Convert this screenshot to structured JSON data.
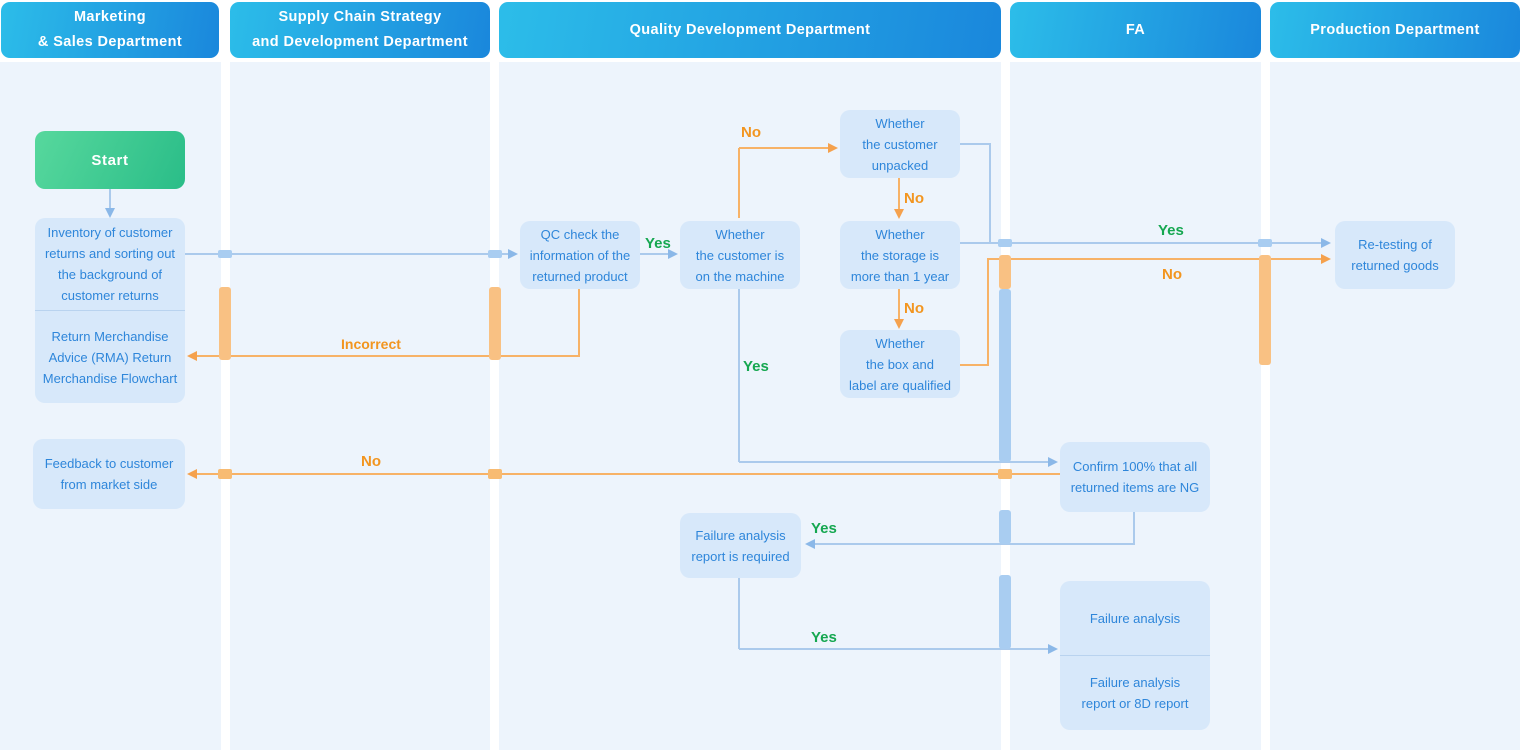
{
  "diagram": {
    "lanes": [
      {
        "id": "marketing",
        "title_lines": [
          "Marketing",
          "& Sales Department"
        ]
      },
      {
        "id": "supply",
        "title_lines": [
          "Supply Chain Strategy",
          "and Development Department"
        ]
      },
      {
        "id": "quality",
        "title_lines": [
          "Quality Development Department"
        ]
      },
      {
        "id": "fa",
        "title_lines": [
          "FA"
        ]
      },
      {
        "id": "production",
        "title_lines": [
          "Production Department"
        ]
      }
    ],
    "nodes": {
      "start": {
        "label": "Start"
      },
      "inventory": {
        "lines": [
          "Inventory of customer",
          "returns and sorting out",
          "the background of",
          "customer returns"
        ]
      },
      "rma": {
        "lines": [
          "Return Merchandise",
          "Advice (RMA) Return",
          "Merchandise Flowchart"
        ]
      },
      "qc_check": {
        "lines": [
          "QC check the",
          "information of the",
          "returned product"
        ]
      },
      "on_machine": {
        "lines": [
          "Whether",
          "the customer is",
          "on the machine"
        ]
      },
      "unpacked": {
        "lines": [
          "Whether",
          "the customer",
          "unpacked"
        ]
      },
      "storage": {
        "lines": [
          "Whether",
          "the storage is",
          "more than 1 year"
        ]
      },
      "box_label": {
        "lines": [
          "Whether",
          "the box and",
          "label are qualified"
        ]
      },
      "retest": {
        "lines": [
          "Re-testing of",
          "returned goods"
        ]
      },
      "feedback": {
        "lines": [
          "Feedback to customer",
          "from market side"
        ]
      },
      "confirm_ng": {
        "lines": [
          "Confirm 100% that all",
          "returned items are NG"
        ]
      },
      "fa_report_required": {
        "lines": [
          "Failure analysis",
          "report is required"
        ]
      },
      "failure_analysis": {
        "lines": [
          "Failure analysis"
        ]
      },
      "failure_report": {
        "lines": [
          "Failure analysis",
          "report or 8D report"
        ]
      }
    },
    "edge_labels": {
      "qc_yes": "Yes",
      "machine_no": "No",
      "unpacked_no": "No",
      "storage_no": "No",
      "storage_yes": "Yes",
      "boxlabel_no": "No",
      "machine_yes": "Yes",
      "incorrect": "Incorrect",
      "confirm_no": "No",
      "confirm_yes": "Yes",
      "report_yes": "Yes"
    },
    "colors": {
      "header_gradient_start": "#2cbde9",
      "header_gradient_end": "#1a87dc",
      "lane_bg": "#edf4fc",
      "node_fill": "#d7e8fa",
      "node_text": "#2e86da",
      "start_gradient_start": "#57d89d",
      "start_gradient_end": "#2abd88",
      "line_blue": "#abcaec",
      "line_orange": "#f7b267",
      "label_green": "#15a750",
      "label_orange": "#f2951f"
    }
  }
}
